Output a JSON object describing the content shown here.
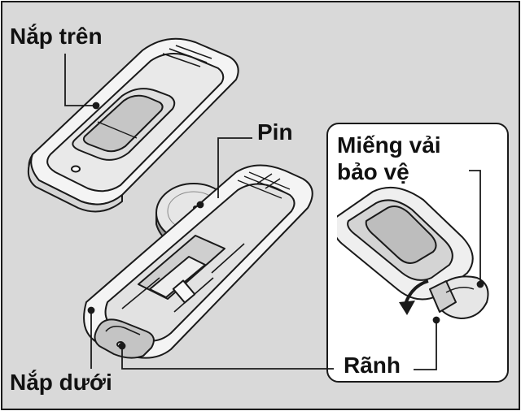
{
  "labels": {
    "top_cover": "Nắp trên",
    "battery": "Pin",
    "protective_cloth_line1": "Miếng vải",
    "protective_cloth_line2": "bảo vệ",
    "slot": "Rãnh",
    "bottom_cover": "Nắp dưới"
  },
  "colors": {
    "background": "#d9d9d9",
    "inset_background": "#ffffff",
    "line": "#1a1a1a",
    "part_fill": "#f2f2f2",
    "shadow_fill": "#c8c8c8"
  }
}
